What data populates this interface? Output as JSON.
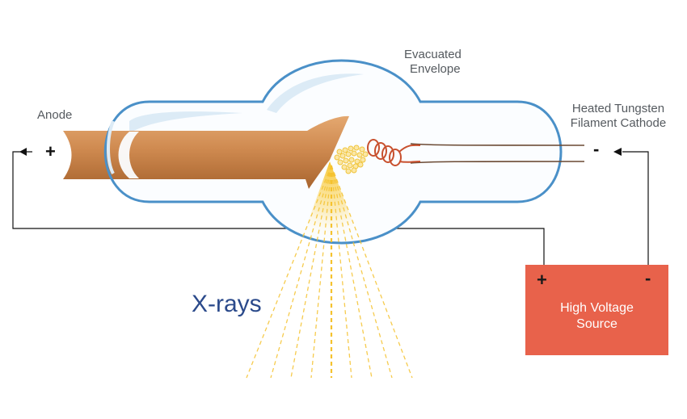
{
  "labels": {
    "anode": "Anode",
    "envelope_line1": "Evacuated",
    "envelope_line2": "Envelope",
    "cathode_line1": "Heated Tungsten",
    "cathode_line2": "Filament Cathode",
    "xrays": "X-rays"
  },
  "terminals": {
    "anode_sign": "+",
    "cathode_sign": "-"
  },
  "source": {
    "line1": "High Voltage",
    "line2": "Source",
    "plus": "+",
    "minus": "-"
  },
  "colors": {
    "envelope": "#4a90c8",
    "envelope_glow": "#dcebf6",
    "anode": "#d08a52",
    "filament": "#c8502e",
    "electrons": "#f0c43a",
    "xrays": "#f5c22e",
    "wire": "#111111",
    "source": "#e8624b"
  }
}
